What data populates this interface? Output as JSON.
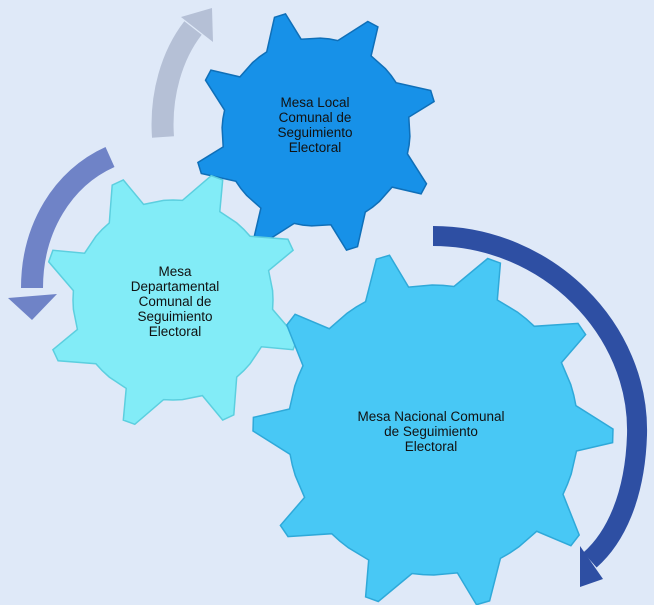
{
  "diagram": {
    "background": "#dfe9f8",
    "gears": [
      {
        "id": "local",
        "lines": [
          "Mesa Local",
          "Comunal de",
          "Seguimiento",
          "Electoral"
        ],
        "fill": "#1791e8",
        "stroke": "#0f6fb8"
      },
      {
        "id": "departamental",
        "lines": [
          "Mesa",
          "Departamental",
          "Comunal de",
          "Seguimiento",
          "Electoral"
        ],
        "fill": "#82ecf7",
        "stroke": "#5ccfdf"
      },
      {
        "id": "nacional",
        "lines": [
          "Mesa Nacional Comunal",
          "de Seguimiento",
          "Electoral"
        ],
        "fill": "#48c8f5",
        "stroke": "#2fa9d9"
      }
    ],
    "arrows": [
      {
        "id": "arrow-local",
        "color": "#b5c0d6"
      },
      {
        "id": "arrow-departamental",
        "color": "#6f83c7"
      },
      {
        "id": "arrow-nacional",
        "color": "#2e4fa3"
      }
    ]
  }
}
